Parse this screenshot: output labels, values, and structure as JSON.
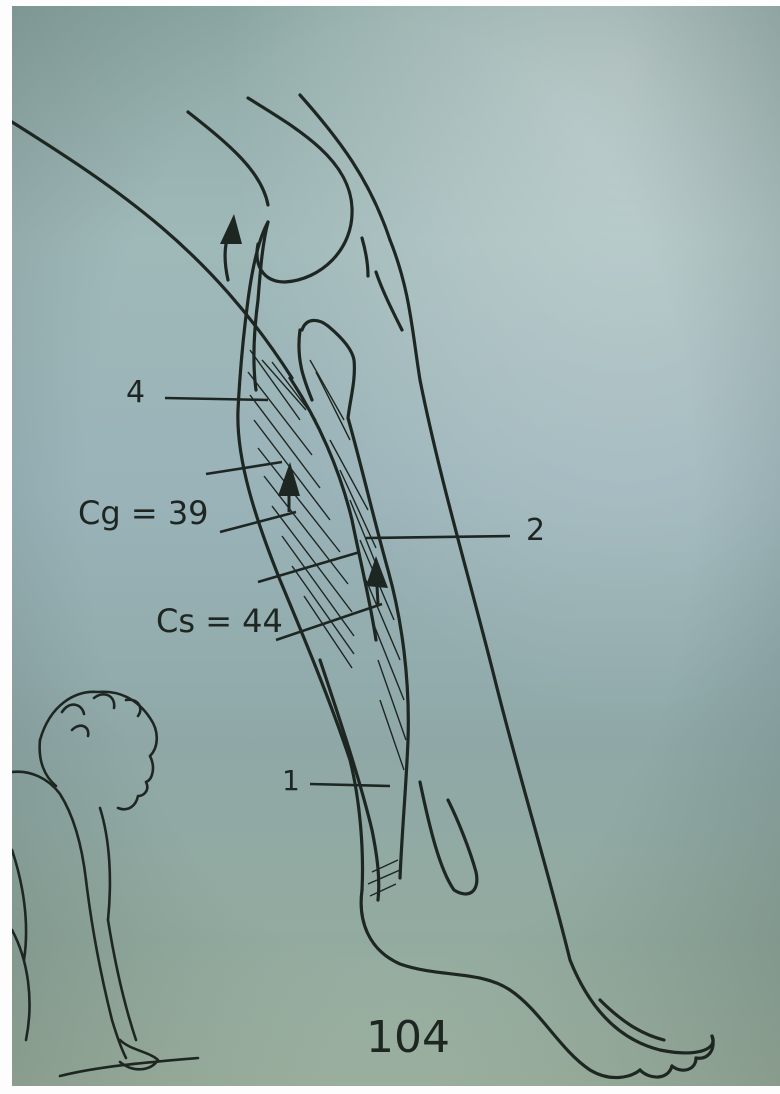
{
  "figure": {
    "labels": {
      "four": "4",
      "cg": "Cg = 39",
      "two": "2",
      "cs": "Cs = 44",
      "one": "1"
    },
    "page_number": "104"
  },
  "colors": {
    "ink": "#1e2622",
    "paper_top": "#8ea9a6",
    "paper_bottom": "#a4b8a6"
  }
}
